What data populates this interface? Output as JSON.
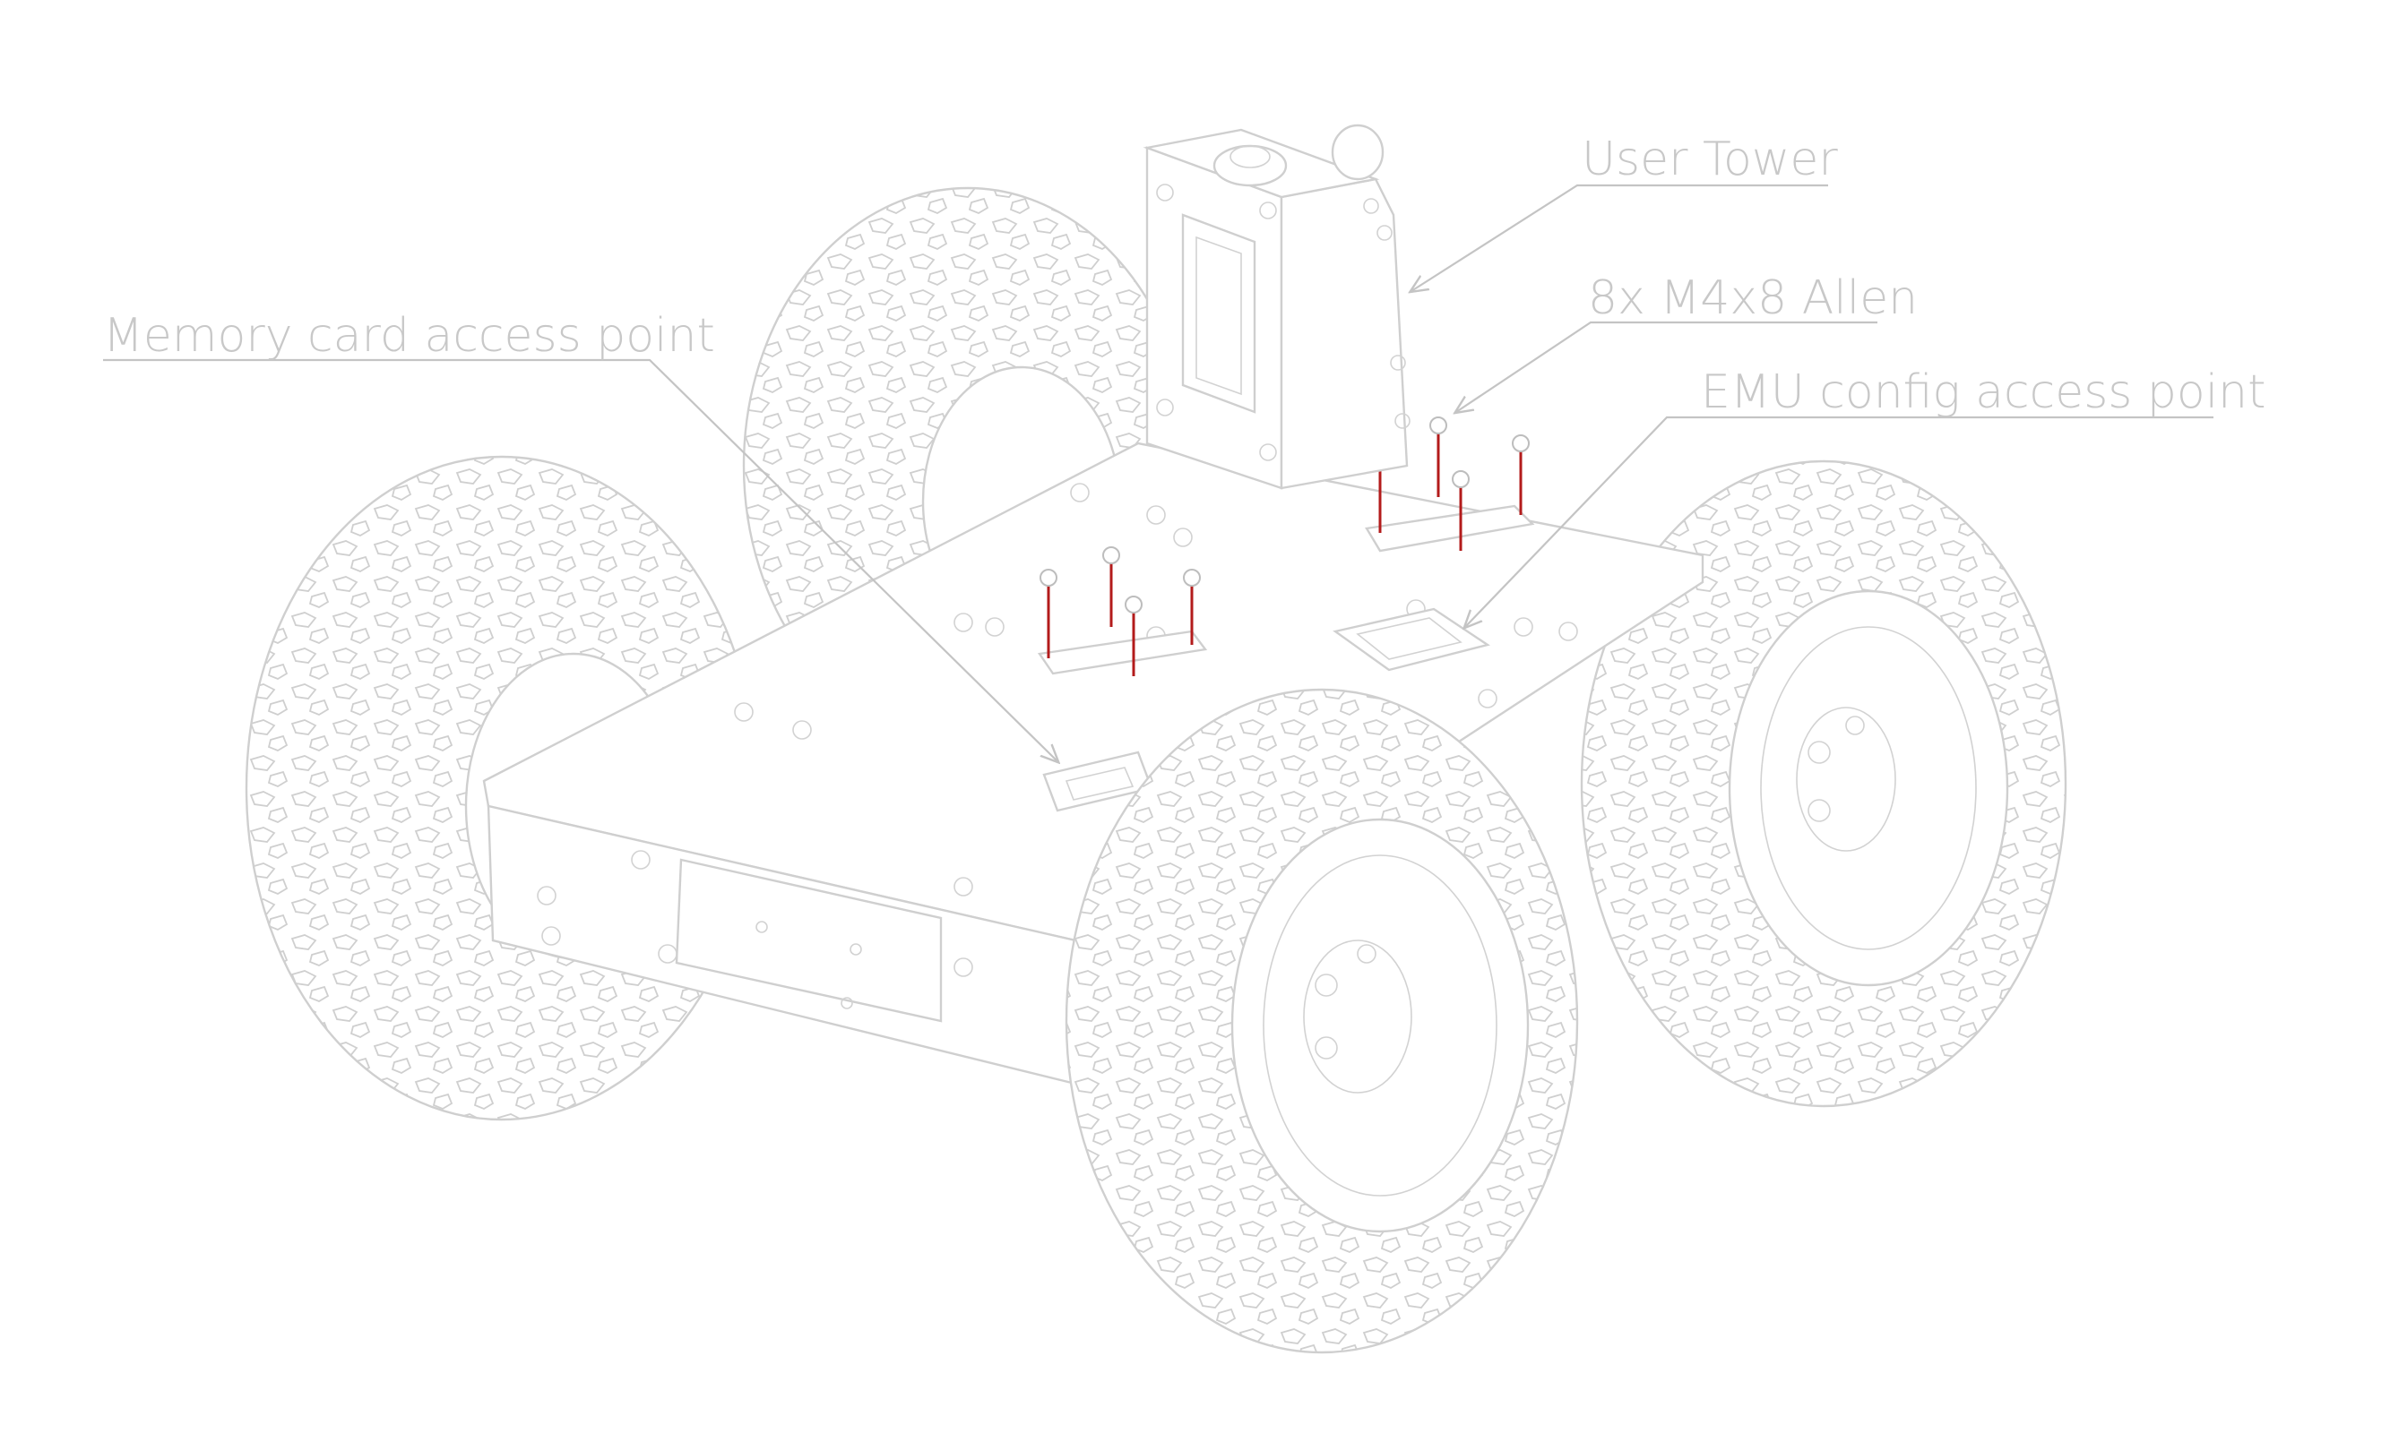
{
  "callouts": {
    "user_tower": "User Tower",
    "bolts": "8x M4x8  Allen",
    "emu_config": "EMU config access point",
    "memory_card": "Memory card access point"
  },
  "colors": {
    "label": "#c8c8c8",
    "outline": "#cfcfcf",
    "bolt": "#b31b1b"
  },
  "icons": {
    "arrow": "arrow-head"
  }
}
